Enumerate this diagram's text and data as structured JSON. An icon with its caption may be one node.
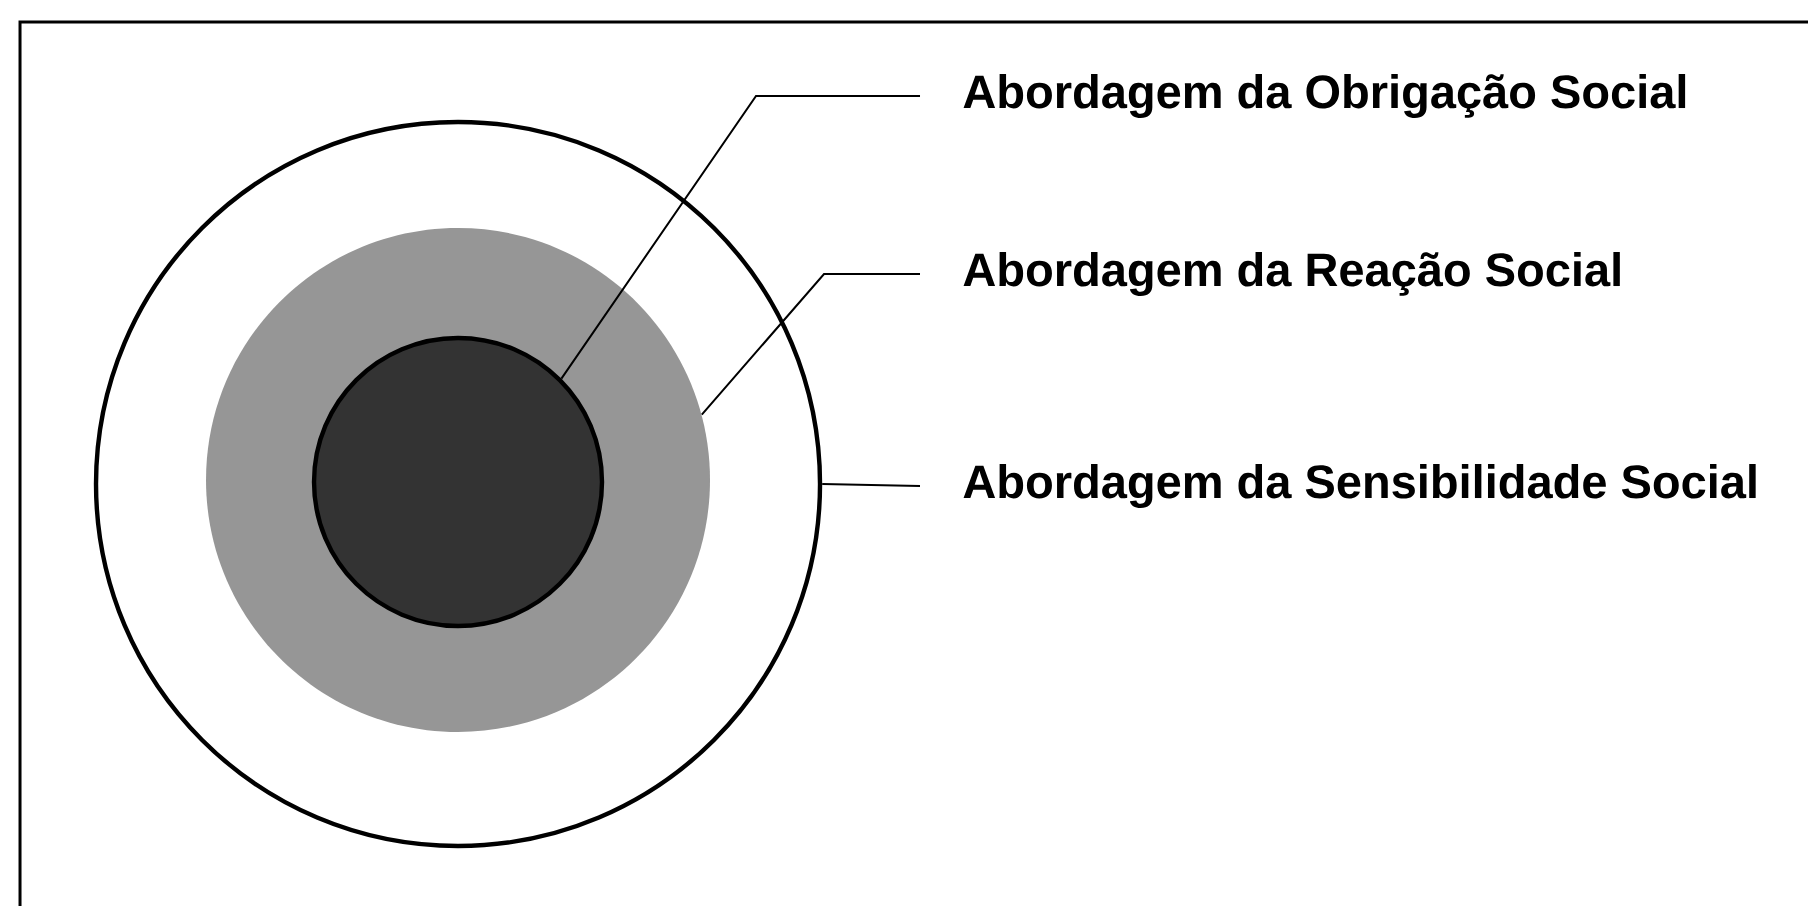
{
  "diagram": {
    "nodes": [
      {
        "text": [],
        "shape": "circle"
      },
      {
        "text": [],
        "shape": "circle",
        "in": 0
      },
      {
        "text": [],
        "shape": "circle",
        "in": 1
      },
      {
        "text": [
          "Abordagem da Obrigação Social"
        ]
      },
      {
        "text": [
          "Abordagem da Reação Social"
        ]
      },
      {
        "text": [
          "Abordagem da Sensibilidade Social"
        ]
      }
    ],
    "edges": [
      {
        "from": 3,
        "to": 2,
        "arrow": "none"
      },
      {
        "from": 4,
        "to": 1,
        "arrow": "none"
      },
      {
        "from": 5,
        "to": 0,
        "arrow": "none"
      }
    ]
  }
}
